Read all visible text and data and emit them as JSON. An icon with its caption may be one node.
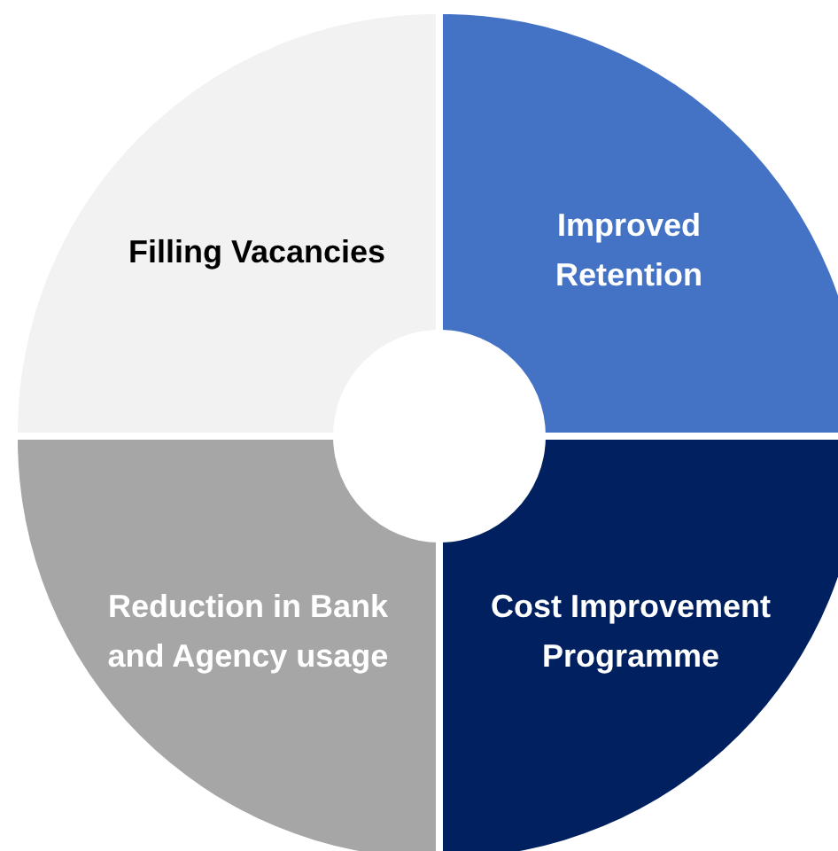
{
  "diagram": {
    "nodes": [
      {
        "text": [
          "Filling Vacancies"
        ]
      },
      {
        "text": [
          "Improved Retention"
        ]
      },
      {
        "text": [
          "Reduction in Bank and Agency usage"
        ]
      },
      {
        "text": [
          "Cost Improvement Programme"
        ]
      },
      {
        "text": [],
        "shape": "circle"
      }
    ]
  }
}
